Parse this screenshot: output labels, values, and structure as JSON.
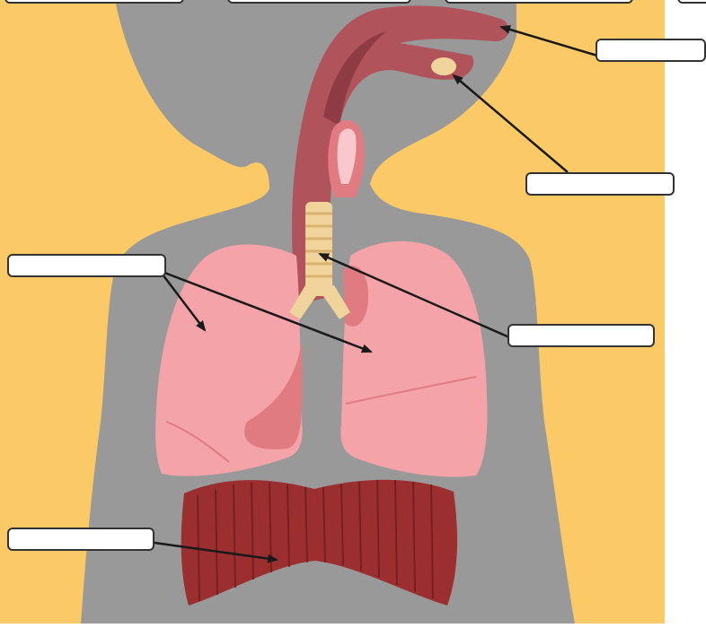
{
  "colors": {
    "background": "#fbc965",
    "silhouette": "#999999",
    "airway": "#b0535b",
    "airway_dark": "#8e3b44",
    "lung": "#f4a3a8",
    "lung_shadow": "#e07b82",
    "trachea_rings": "#f1d39c",
    "diaphragm": "#9b2f2f",
    "diaphragm_lines": "#6e1c1c",
    "arrow": "#1a1a1a",
    "label_fill": "#ffffff",
    "label_border": "#333333"
  },
  "icons": {
    "airway": "nasal-oral-airway-illustration",
    "lungs": "lungs-illustration",
    "trachea": "trachea-illustration",
    "diaphragm": "diaphragm-illustration"
  },
  "labels": {
    "nose": "",
    "mouth": "",
    "lungs": "",
    "trachea": "",
    "diaphragm": ""
  }
}
